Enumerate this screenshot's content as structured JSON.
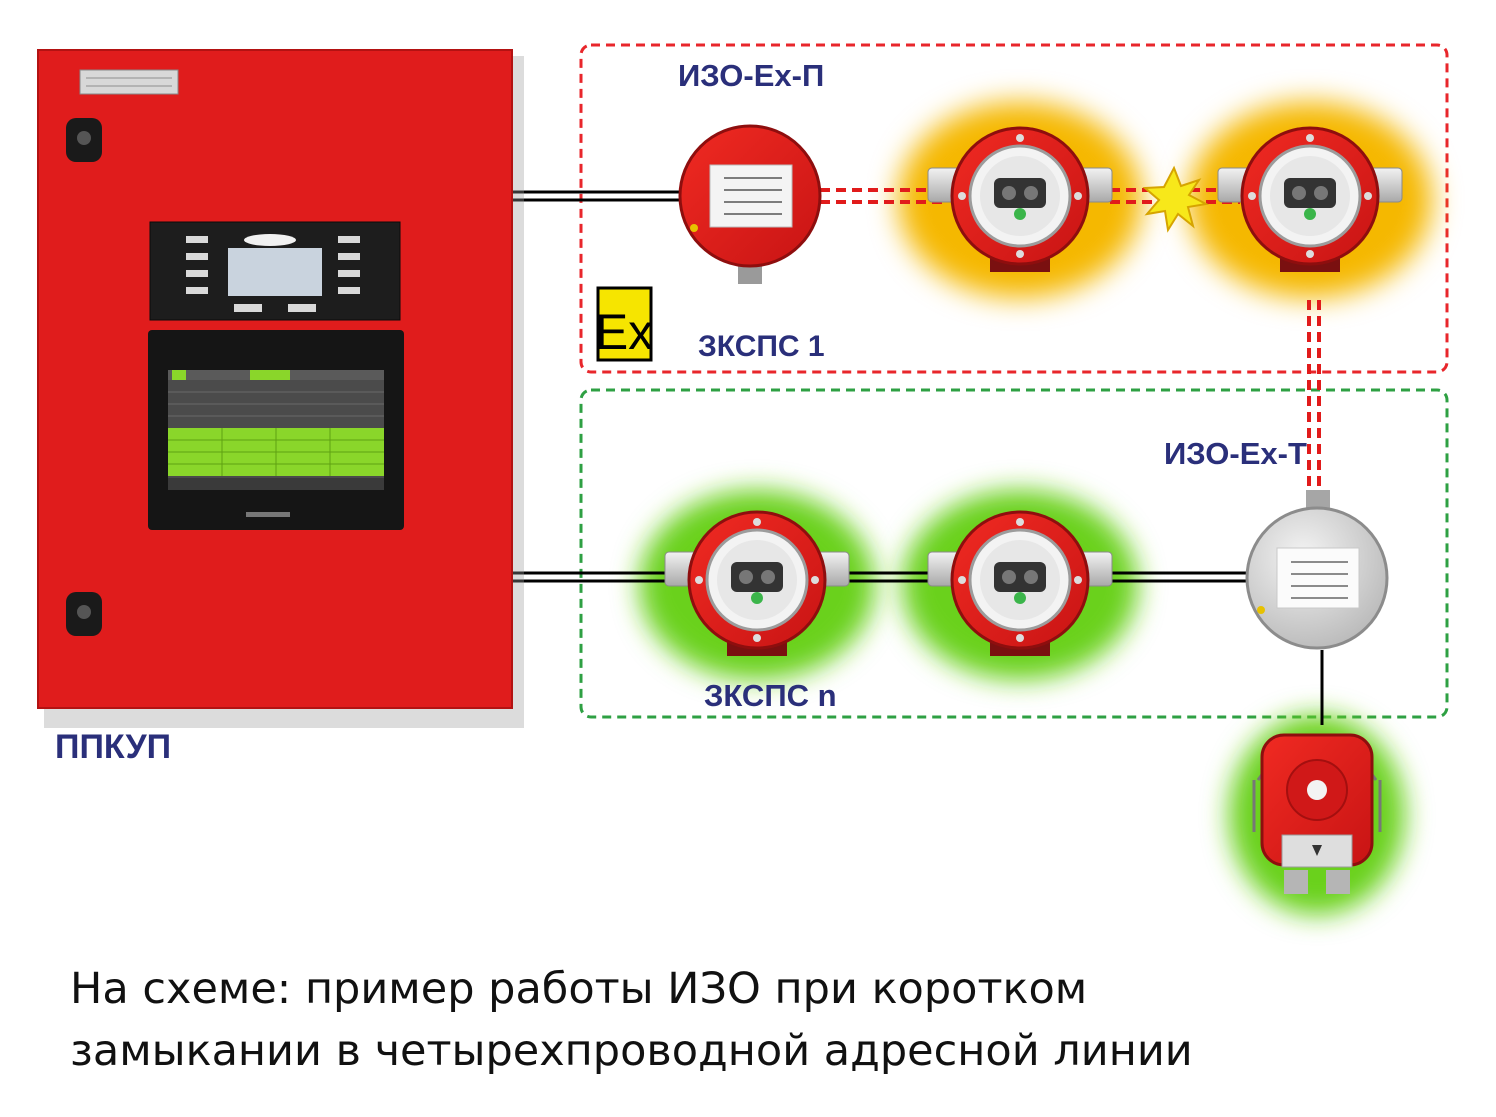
{
  "labels": {
    "panel": "ППКУП",
    "iso_p": "ИЗО-Ex-П",
    "iso_t": "ИЗО-Ex-Т",
    "zone1": "ЗКСПС 1",
    "zonen": "ЗКСПС n",
    "ex_mark": "Ex"
  },
  "caption": {
    "line1": "На схеме: пример работы ИЗО при коротком",
    "line2": "замыкании в четырехпроводной адресной линии"
  },
  "colors": {
    "panel_red": "#e01c1c",
    "zone1_border": "#e8262b",
    "zonen_border": "#2ea043",
    "fault_glow": "#f5b800",
    "ok_glow": "#6ad11e",
    "screen_green": "#8ad62a",
    "label_blue": "#2a2f7a"
  }
}
